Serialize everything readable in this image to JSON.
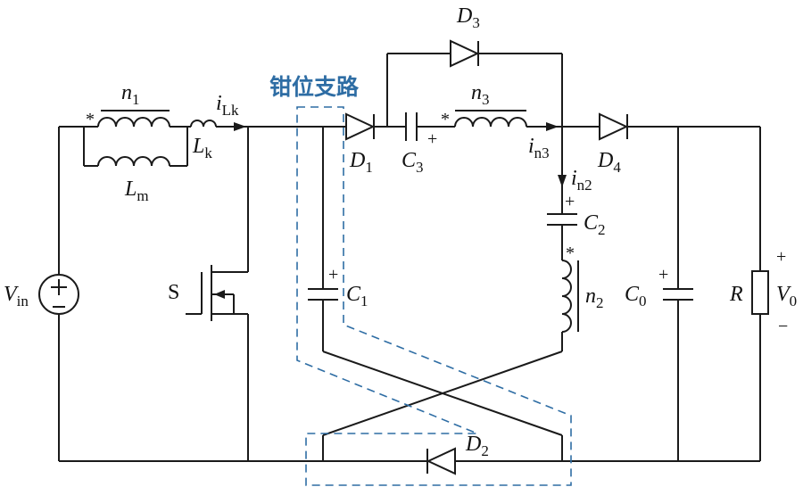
{
  "clamp_branch_label": "钳位支路",
  "labels": {
    "n1": {
      "main": "n",
      "sub": "1"
    },
    "iLk": {
      "main": "i",
      "sub": "Lk"
    },
    "Lk": {
      "main": "L",
      "sub": "k"
    },
    "Lm": {
      "main": "L",
      "sub": "m"
    },
    "D3": {
      "main": "D",
      "sub": "3"
    },
    "n3": {
      "main": "n",
      "sub": "3"
    },
    "D1": {
      "main": "D",
      "sub": "1"
    },
    "C3": {
      "main": "C",
      "sub": "3"
    },
    "in3": {
      "main": "i",
      "sub": "n3"
    },
    "D4": {
      "main": "D",
      "sub": "4"
    },
    "in2": {
      "main": "i",
      "sub": "n2"
    },
    "C2": {
      "main": "C",
      "sub": "2"
    },
    "C1": {
      "main": "C",
      "sub": "1"
    },
    "n2": {
      "main": "n",
      "sub": "2"
    },
    "C0": {
      "main": "C",
      "sub": "0"
    },
    "R": "R",
    "V0": {
      "main": "V",
      "sub": "0"
    },
    "Vin": {
      "main": "V",
      "sub": "in"
    },
    "S": "S",
    "D2": {
      "main": "D",
      "sub": "2"
    }
  },
  "marks": {
    "plus": "+",
    "minus": "−",
    "dot": "*"
  },
  "colors": {
    "wire": "#1a1a1a",
    "clamp_branch": "#2e6da4"
  }
}
